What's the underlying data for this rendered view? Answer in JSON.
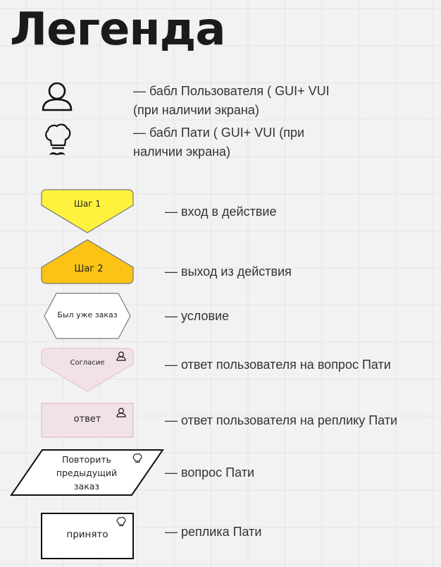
{
  "title": "Легенда",
  "legend": {
    "user_bubble": {
      "line1": "— бабл Пользователя ( GUI+ VUI",
      "line2": "(при наличии экрана)"
    },
    "pati_bubble": {
      "line1": "— бабл Пати ( GUI+ VUI (при",
      "line2": "наличии экрана)"
    },
    "action_entry": {
      "shape_label": "Шаг 1",
      "desc": "— вход в действие"
    },
    "action_exit": {
      "shape_label": "Шаг 2",
      "desc": "— выход из действия"
    },
    "condition": {
      "shape_label": "Был уже заказ",
      "desc": "— условие"
    },
    "user_answer_question": {
      "shape_label": "Согласие",
      "desc": "— ответ пользователя на вопрос Пати"
    },
    "user_answer_replica": {
      "shape_label": "ответ",
      "desc": "— ответ пользователя на реплику Пати"
    },
    "pati_question": {
      "shape_label_line1": "Повторить",
      "shape_label_line2": "предыдущий",
      "shape_label_line3": "заказ",
      "desc": "— вопрос Пати"
    },
    "pati_replica": {
      "shape_label": "принято",
      "desc": "— реплика Пати"
    }
  },
  "colors": {
    "entry_fill": "#fff23f",
    "exit_fill": "#fac315",
    "condition_fill": "#ffffff",
    "user_answer_fill": "#f1e2e7",
    "user_answer_stroke": "#e8c4d0",
    "grid_line": "#e4e4e4",
    "background": "#f2f2f2"
  },
  "icons": [
    "user-icon",
    "chef-icon"
  ]
}
